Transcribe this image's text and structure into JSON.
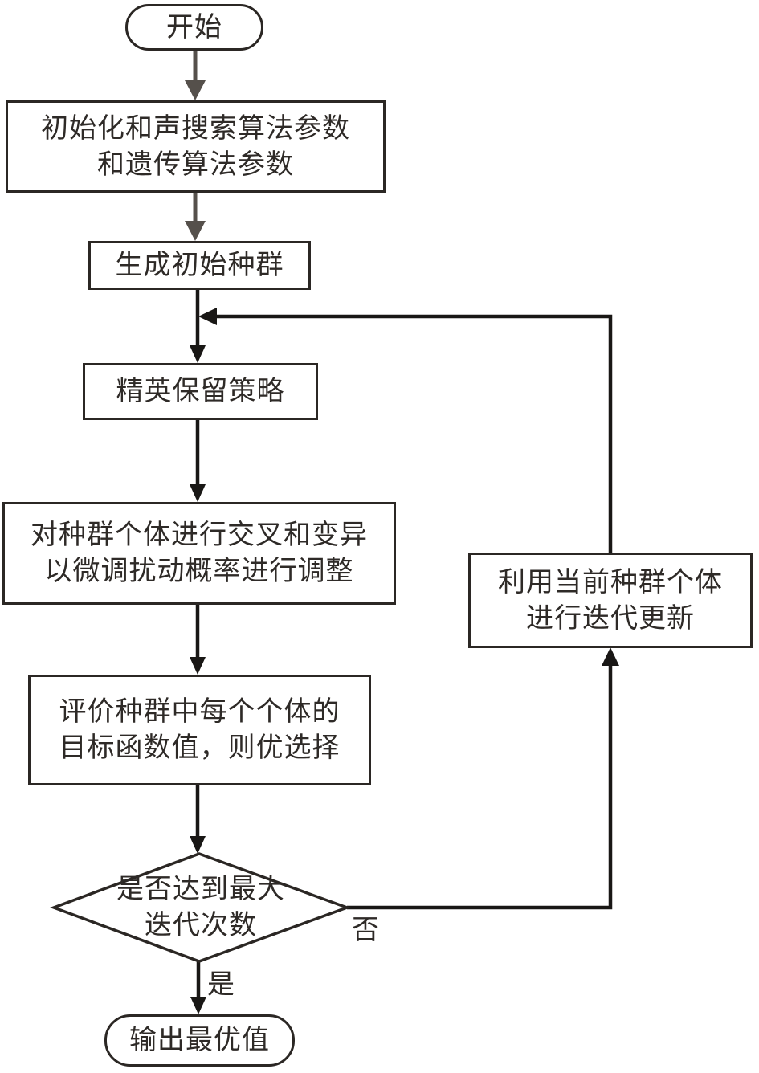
{
  "nodes": {
    "start": {
      "label": "开始"
    },
    "init_params": {
      "line1": "初始化和声搜索算法参数",
      "line2": "和遗传算法参数"
    },
    "generate_population": {
      "label": "生成初始种群"
    },
    "elite_strategy": {
      "label": "精英保留策略"
    },
    "crossover_mutation": {
      "line1": "对种群个体进行交叉和变异",
      "line2": "以微调扰动概率进行调整"
    },
    "evaluate": {
      "line1": "评价种群中每个个体的",
      "line2": "目标函数值，则优选择"
    },
    "decision_max_iteration": {
      "line1": "是否达到最大",
      "line2": "迭代次数"
    },
    "iterative_update": {
      "line1": "利用当前种群个体",
      "line2": "进行迭代更新"
    },
    "end": {
      "label": "输出最优值"
    }
  },
  "edges": {
    "no_label": "否",
    "yes_label": "是"
  },
  "colors": {
    "connector_black": "#191715",
    "connector_gray": "#55504b",
    "node_border": "#2b2724",
    "text_color": "#2e2a27"
  }
}
